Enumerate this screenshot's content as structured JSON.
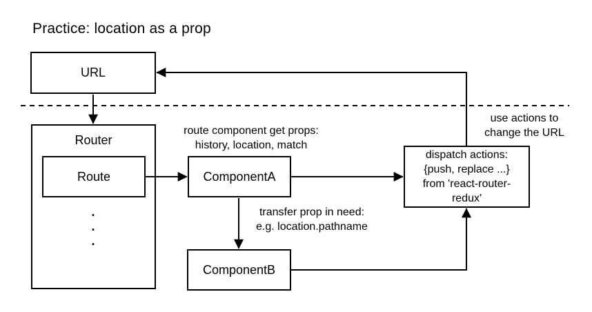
{
  "title": "Practice: location as a prop",
  "boxes": {
    "url": {
      "label": "URL"
    },
    "router": {
      "label": "Router"
    },
    "route": {
      "label": "Route"
    },
    "component_a": {
      "label": "ComponentA"
    },
    "component_b": {
      "label": "ComponentB"
    },
    "dispatch": {
      "lines": [
        "dispatch actions:",
        "{push, replace ...}",
        "from 'react-router-",
        "redux'"
      ]
    }
  },
  "annotations": {
    "route_props": {
      "lines": [
        "route component get props:",
        "history, location, match"
      ]
    },
    "transfer_prop": {
      "lines": [
        "transfer prop in need:",
        "e.g. location.pathname"
      ]
    },
    "use_actions": {
      "lines": [
        "use actions to",
        "change the URL"
      ]
    }
  },
  "dots": [
    ".",
    ".",
    "."
  ],
  "colors": {
    "line": "#000000",
    "background": "#ffffff",
    "text": "#000000"
  }
}
